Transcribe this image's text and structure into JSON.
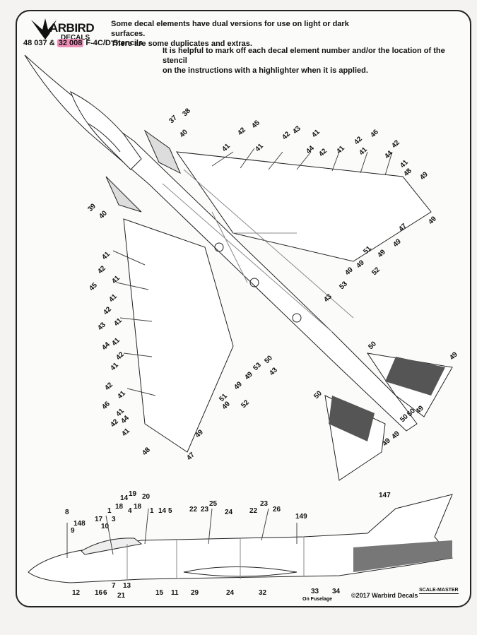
{
  "header": {
    "brand_top": "ARBIRD",
    "brand_sub": "DECALS",
    "code_a": "48 037 & ",
    "code_b": "32 008",
    "code_c": " F-4C/D Stencils",
    "note_line1": "Some decal elements have dual versions for use on light or dark surfaces.",
    "note_line2": "There are some duplicates and extras.",
    "note_line3": "It is helpful to mark off each decal element number and/or the location of the stencil",
    "note_line4": "on the instructions with a highlighter when it is applied."
  },
  "footer": {
    "copyright": "©2017 Warbird Decals",
    "scale_master": "SCALE-MASTER",
    "on_fuselage": "On Fuselage"
  },
  "callouts_top": [
    "37",
    "38",
    "40",
    "41",
    "42",
    "45",
    "41",
    "42",
    "43",
    "44",
    "41",
    "42",
    "41",
    "42",
    "46",
    "41",
    "44",
    "42",
    "41",
    "48",
    "49",
    "49",
    "47",
    "51",
    "49",
    "49",
    "52",
    "49",
    "49",
    "53",
    "43",
    "39",
    "40",
    "41",
    "42",
    "45",
    "41",
    "41",
    "42",
    "43",
    "41",
    "44",
    "41",
    "42",
    "41",
    "42",
    "46",
    "41",
    "41",
    "42",
    "44",
    "41",
    "48",
    "49",
    "47",
    "49",
    "51",
    "52",
    "49",
    "49",
    "53",
    "50",
    "43",
    "50",
    "49",
    "50",
    "50",
    "49",
    "49",
    "50",
    "49"
  ],
  "callouts_side": [
    "8",
    "148",
    "9",
    "17",
    "10",
    "14",
    "19",
    "18",
    "1",
    "3",
    "4",
    "18",
    "20",
    "1",
    "14",
    "5",
    "22",
    "23",
    "25",
    "24",
    "22",
    "23",
    "26",
    "149",
    "147",
    "12",
    "16",
    "6",
    "7",
    "13",
    "21",
    "15",
    "11",
    "29",
    "24",
    "32",
    "33",
    "34"
  ]
}
